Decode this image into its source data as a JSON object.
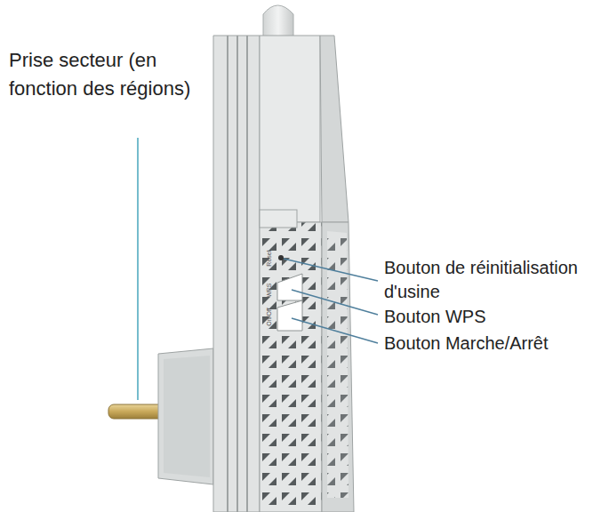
{
  "diagram": {
    "labels": [
      "Prise secteur (en fonction des régions)",
      "Reset",
      "WPS",
      "On/Off",
      "Bouton de réinitialisation d'usine",
      "Bouton WPS",
      "Bouton Marche/Arrêt"
    ]
  }
}
